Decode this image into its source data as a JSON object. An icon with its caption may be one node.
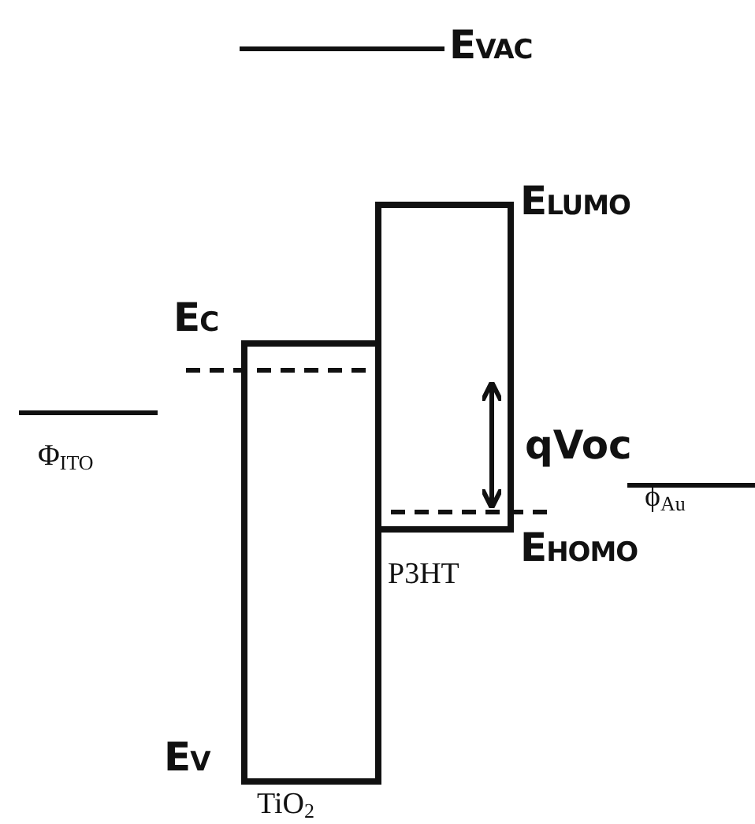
{
  "diagram": {
    "nodes": [
      {
        "text": [],
        "shape": "box"
      },
      {
        "text": [],
        "shape": "box"
      }
    ],
    "labels": [
      "EVAC",
      "ELUMO",
      "EC",
      "qVoc",
      "Φ$_{ITO}$",
      "ϕ$_{Au}$",
      "EHOMO",
      "P3HT",
      "EV",
      "TiO$_{2}$"
    ]
  }
}
